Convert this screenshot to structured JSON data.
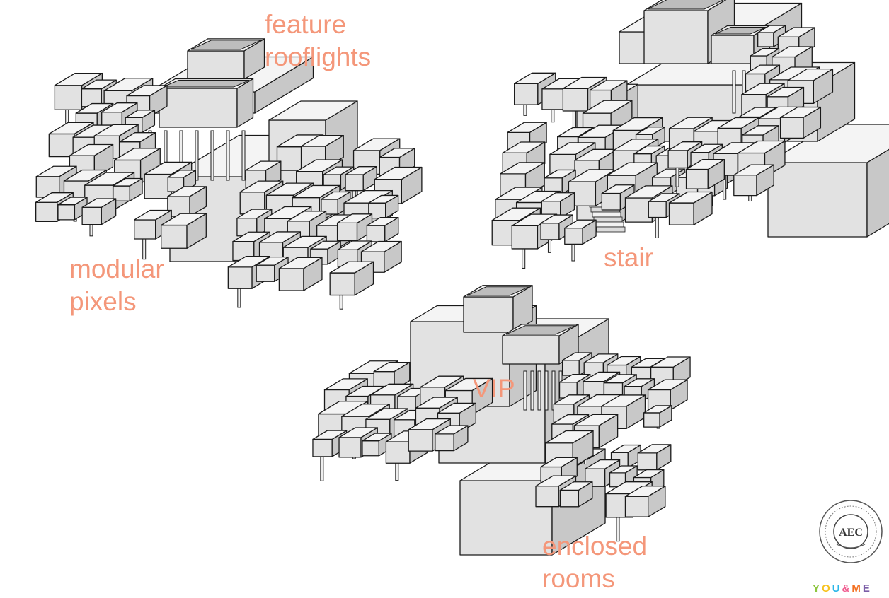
{
  "labels": {
    "feature_line1": "feature",
    "feature_line2": "rooflights",
    "modular_line1": "modular",
    "modular_line2": "pixels",
    "stair": "stair",
    "vip": "VIP",
    "enclosed_line1": "enclosed",
    "enclosed_line2": "rooms"
  },
  "logo": {
    "emblem_text": "AEC",
    "tagline_letters": [
      "Y",
      "O",
      "U",
      "&",
      "M",
      "E"
    ],
    "tagline_colors": [
      "#8dc63f",
      "#f7c21e",
      "#29b6e8",
      "#f05a8e",
      "#f37021",
      "#7b5ea7"
    ]
  },
  "colors": {
    "label": "#f4977a",
    "box_top": "#f4f4f4",
    "box_left": "#e2e2e2",
    "box_right": "#c8c8c8",
    "stroke": "#1a1a1a"
  }
}
